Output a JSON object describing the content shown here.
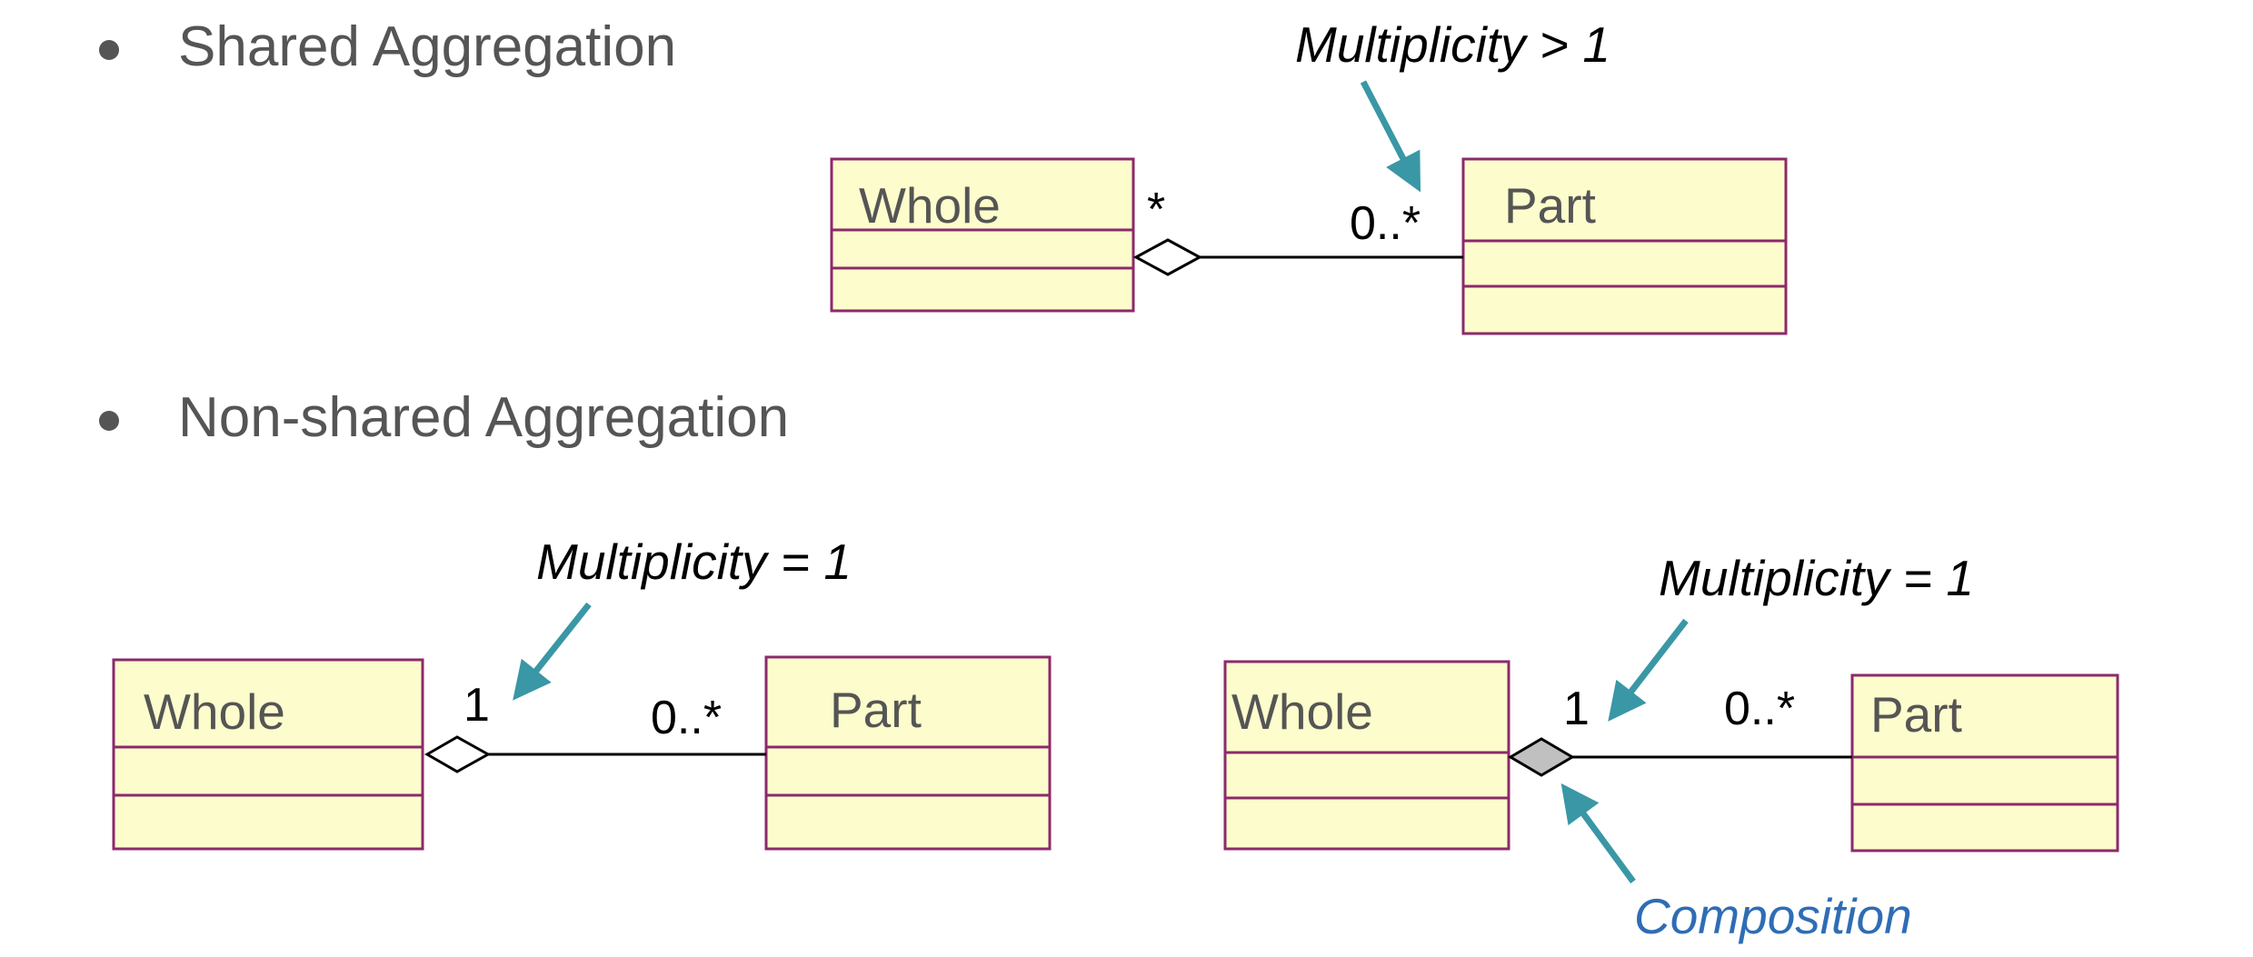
{
  "bullets": {
    "shared": "Shared Aggregation",
    "non_shared": "Non-shared Aggregation"
  },
  "shared": {
    "whole": "Whole",
    "part": "Part",
    "whole_mult": "*",
    "part_mult": "0..*",
    "note": "Multiplicity > 1"
  },
  "nonshared_left": {
    "whole": "Whole",
    "part": "Part",
    "whole_mult": "1",
    "part_mult": "0..*",
    "note": "Multiplicity = 1"
  },
  "nonshared_right": {
    "whole": "Whole",
    "part": "Part",
    "whole_mult": "1",
    "part_mult": "0..*",
    "note": "Multiplicity = 1",
    "composition_label": "Composition"
  },
  "colors": {
    "class_fill": "#fdfccc",
    "class_border": "#8b2a6b",
    "pointer": "#3a97a5",
    "composition_text": "#2e6db4",
    "composition_diamond": "#c0c0c0"
  }
}
